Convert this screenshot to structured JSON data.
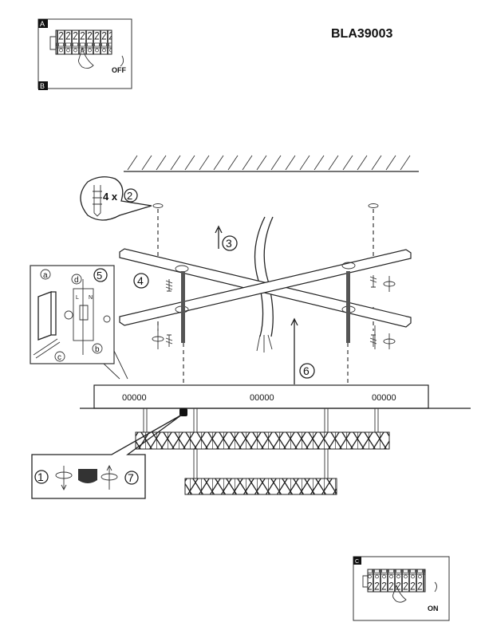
{
  "model_code": "BLA39003",
  "panel_a": {
    "label_a": "A",
    "label_b": "B",
    "action": "OFF"
  },
  "panel_c": {
    "label": "C",
    "action": "ON"
  },
  "steps": {
    "s1": "1",
    "s2": "2",
    "s3": "3",
    "s4": "4",
    "s5": "5",
    "s6": "6",
    "s7": "7"
  },
  "anchor_count": "4 x",
  "wiring": {
    "a": "a",
    "b": "b",
    "c": "c",
    "d": "d",
    "L": "L",
    "N": "N"
  },
  "canopy_marks": [
    "00000",
    "00000",
    "00000"
  ]
}
